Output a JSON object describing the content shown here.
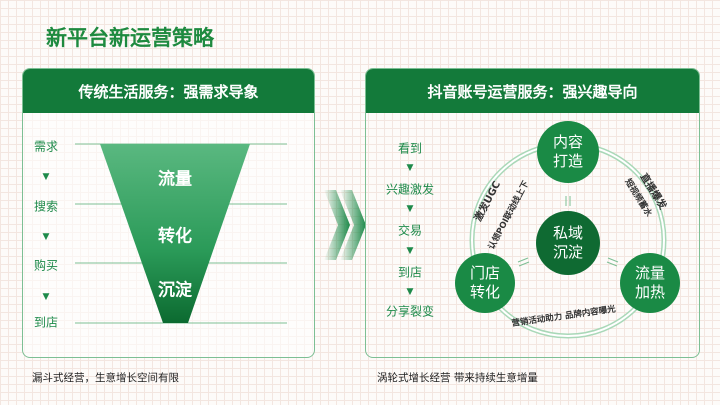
{
  "title": "新平台新运营策略",
  "left": {
    "header": "传统生活服务：强需求导象",
    "stages": [
      "需求",
      "搜索",
      "购买",
      "到店"
    ],
    "funnel": [
      "流量",
      "转化",
      "沉淀"
    ],
    "caption": "漏斗式经营，生意增长空间有限"
  },
  "right": {
    "header": "抖音账号运营服务：强兴趣导向",
    "steps": [
      "看到",
      "兴趣激发",
      "交易",
      "到店",
      "分享裂变"
    ],
    "circles": {
      "top": "内容打造",
      "center": "私域沉淀",
      "left": "门店转化",
      "right": "流量加热"
    },
    "arcs": {
      "left_outer": "激发UGC",
      "left_inner": "认领POI联动线上下",
      "right_outer": "直播爆发",
      "right_inner": "短视频蓄水",
      "bottom": "营销活动助力 品牌内容曝光"
    },
    "caption": "涡轮式增长经营 带来持续生意增量"
  },
  "colors": {
    "primary": "#137a3a",
    "accent": "#1e8a3f",
    "light": "#4fb57a"
  }
}
